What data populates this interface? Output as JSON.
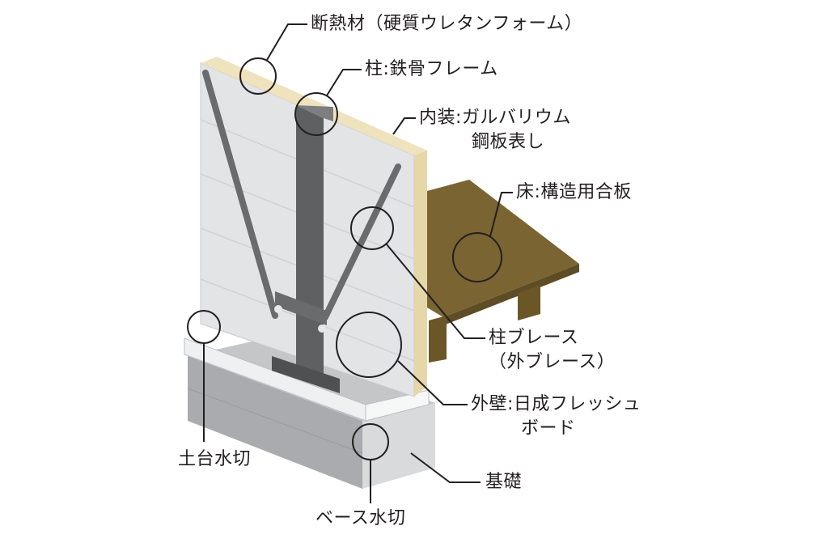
{
  "labels": {
    "insulation": "断熱材（硬質ウレタンフォーム）",
    "column": "柱:鉄骨フレーム",
    "interior_line1": "内装:ガルバリウム",
    "interior_line2": "鋼板表し",
    "floor": "床:構造用合板",
    "brace_line1": "柱ブレース",
    "brace_line2": "（外ブレース）",
    "exterior_line1": "外壁:日成フレッシュ",
    "exterior_line2": "ボード",
    "sill_flashing": "土台水切",
    "foundation": "基礎",
    "base_flashing": "ベース水切"
  },
  "colors": {
    "text": "#231f20",
    "leader": "#231f20",
    "insulation": "#e6d7a8",
    "floor": "#7a6432",
    "steel": "#5f6062",
    "wall_panel": "#e2e4e6",
    "foundation": "#a9abae"
  }
}
